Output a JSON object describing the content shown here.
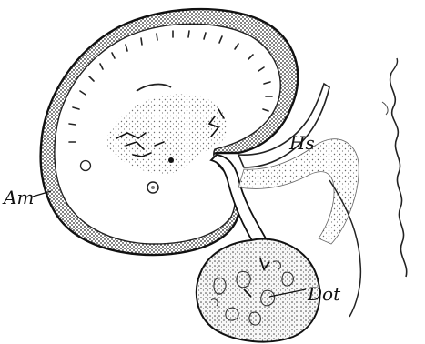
{
  "figure": {
    "labels": {
      "amnion": "Am",
      "hs": "Hs",
      "dot": "Dot"
    },
    "colors": {
      "ink": "#111111",
      "stipple": "#444444",
      "paper": "#ffffff"
    }
  }
}
